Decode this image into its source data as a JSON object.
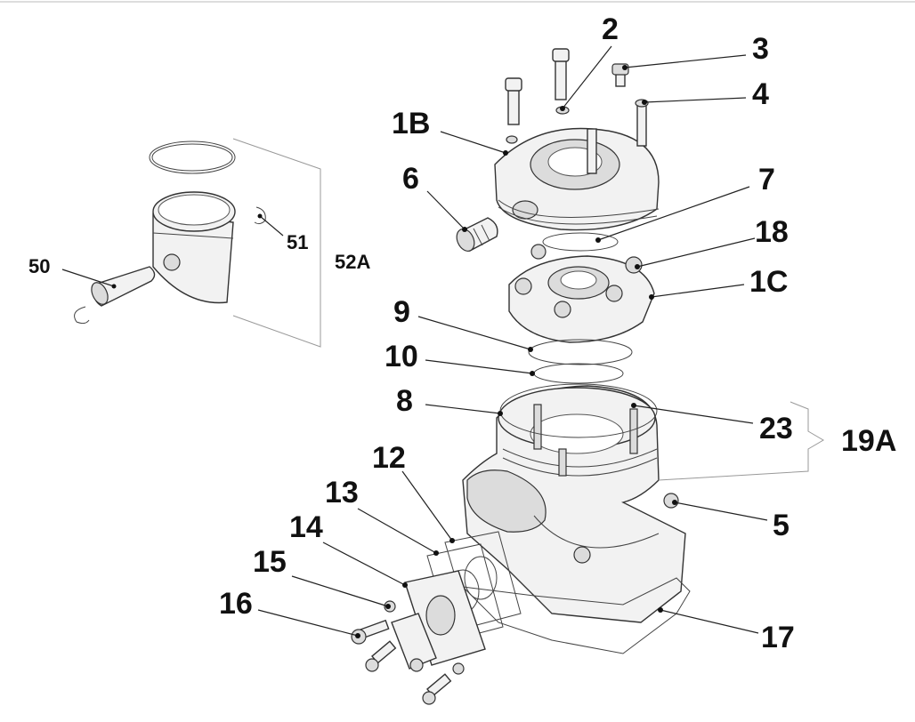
{
  "labels": {
    "l1B": "1B",
    "l2": "2",
    "l3": "3",
    "l4": "4",
    "l6": "6",
    "l7": "7",
    "l18": "18",
    "l1C": "1C",
    "l9": "9",
    "l10": "10",
    "l8": "8",
    "l23": "23",
    "l19A": "19A",
    "l5": "5",
    "l12": "12",
    "l13": "13",
    "l14": "14",
    "l15": "15",
    "l16": "16",
    "l17": "17",
    "l50": "50",
    "l51": "51",
    "l52A": "52A"
  }
}
